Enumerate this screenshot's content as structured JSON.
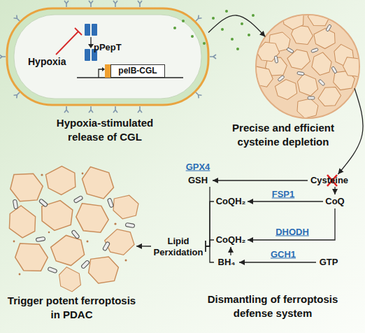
{
  "diagram": {
    "nodes": [
      {
        "text": [
          "Hypoxia",
          "pPepT",
          "Hypoxia-stimulated release of CGL"
        ]
      },
      {
        "text": [
          "pelB-CGL"
        ],
        "in": 0
      },
      {
        "text": [
          "Precise and efficient cysteine depletion"
        ]
      },
      {
        "text": [
          "Trigger potent ferroptosis in PDAC"
        ]
      },
      {
        "text": [
          "GSH"
        ]
      },
      {
        "text": [
          "Cysteine"
        ]
      },
      {
        "text": [
          "CoQH₂"
        ]
      },
      {
        "text": [
          "CoQ"
        ]
      },
      {
        "text": [
          "Lipid Perxidation"
        ]
      },
      {
        "text": [
          "CoQH₂"
        ]
      },
      {
        "text": [
          "BH₄"
        ]
      },
      {
        "text": [
          "GTP"
        ]
      }
    ],
    "edges": [
      {
        "from": 0,
        "to": 2,
        "arrow": "to"
      },
      {
        "from": 2,
        "to": 5,
        "arrow": "to"
      },
      {
        "from": 5,
        "to": 4,
        "label": "GPX4",
        "arrow": "to"
      },
      {
        "from": 5,
        "to": 7,
        "arrow": "to"
      },
      {
        "from": 7,
        "to": 6,
        "label": "FSP1",
        "arrow": "to"
      },
      {
        "from": 7,
        "to": 9,
        "label": "DHODH",
        "arrow": "to"
      },
      {
        "from": 11,
        "to": 10,
        "label": "GCH1",
        "arrow": "to"
      },
      {
        "from": 10,
        "to": 9,
        "arrow": "to"
      },
      {
        "from": 4,
        "to": 8,
        "arrow": "none"
      },
      {
        "from": 6,
        "to": 8,
        "arrow": "none"
      },
      {
        "from": 9,
        "to": 8,
        "arrow": "none"
      },
      {
        "from": 10,
        "to": 8,
        "arrow": "none"
      },
      {
        "from": 8,
        "to": 3,
        "arrow": "to"
      }
    ],
    "labels": [
      "Dismantling of ferroptosis defense system"
    ]
  }
}
